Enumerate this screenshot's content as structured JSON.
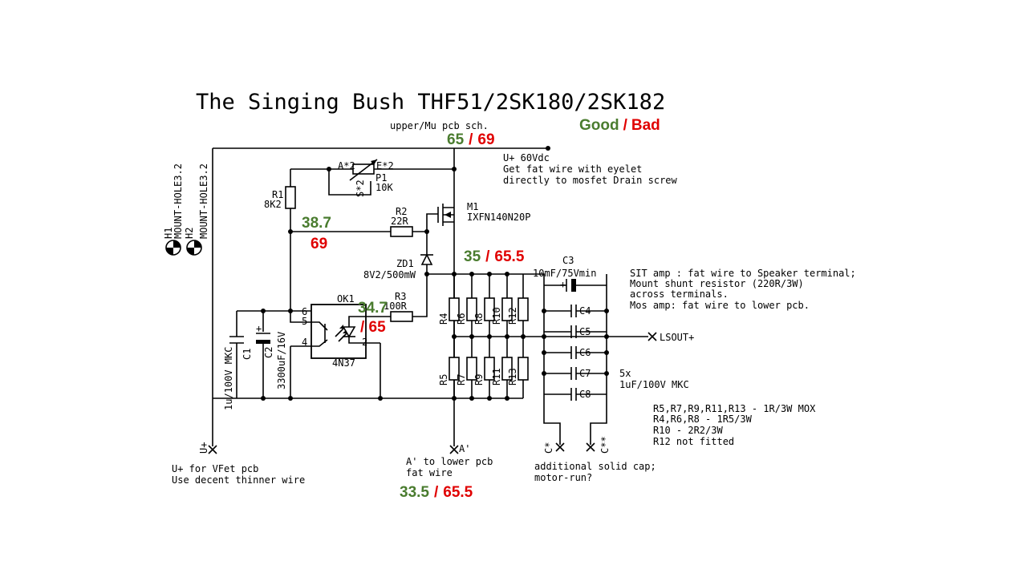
{
  "title": "The Singing Bush THF51/2SK180/2SK182",
  "subtitle": "upper/Mu pcb sch.",
  "legend": {
    "good": "Good",
    "sep": "/",
    "bad": "Bad"
  },
  "measurements": {
    "m1": {
      "good": "65",
      "sep": "/",
      "bad": "69"
    },
    "m2": {
      "good": "38.7",
      "bad": "69"
    },
    "m3": {
      "good": "35",
      "sep": "/",
      "bad": "65.5"
    },
    "m4": {
      "good": "34.7",
      "bad": "/ 65"
    },
    "m5": {
      "good": "33.5",
      "sep": "/",
      "bad": "65.5"
    }
  },
  "mount_holes": {
    "h1": "H1",
    "h1_label": "MOUNT-HOLE3.2",
    "h2": "H2",
    "h2_label": "MOUNT-HOLE3.2"
  },
  "components": {
    "r1": "R1",
    "r1_val": "8K2",
    "p1_a": "A*2",
    "p1_e": "E*2",
    "p1_s": "S*2",
    "p1": "P1",
    "p1_val": "10K",
    "r2": "R2",
    "r2_val": "22R",
    "m1": "M1",
    "m1_val": "IXFN140N20P",
    "zd1": "ZD1",
    "zd1_val": "8V2/500mW",
    "r3": "R3",
    "r3_val": "100R",
    "ok1": "OK1",
    "ok1_val": "4N37",
    "pin6": "6",
    "pin5": "5",
    "pin4": "4",
    "pin2": "2",
    "c1": "C1",
    "c1_val": "1u/100V MKC",
    "c2": "C2",
    "c2_val": "3300uF/16V",
    "c3": "C3",
    "c3_val": "10mF/75Vmin",
    "c4": "C4",
    "c5": "C5",
    "c6": "C6",
    "c7": "C7",
    "c8": "C8",
    "top_res": [
      "R4",
      "R6",
      "R8",
      "R10",
      "R12"
    ],
    "bot_res": [
      "R5",
      "R7",
      "R9",
      "R11",
      "R13"
    ]
  },
  "notes": {
    "uplus_1": "U+ 60Vdc",
    "uplus_2": "Get fat wire with eyelet",
    "uplus_3": "directly to mosfet Drain screw",
    "sit_1": "SIT amp : fat wire to Speaker terminal;",
    "sit_2": "Mount shunt resistor (220R/3W)",
    "sit_3": "across terminals.",
    "sit_4": "Mos amp: fat wire to lower pcb.",
    "caps_1": "5x",
    "caps_2": "1uF/100V MKC",
    "res_1": "R5,R7,R9,R11,R13 - 1R/3W MOX",
    "res_2": "R4,R6,R8 - 1R5/3W",
    "res_3": "R10 - 2R2/3W",
    "res_4": "R12 not fitted",
    "bl_1": "U+ for VFet pcb",
    "bl_2": "Use decent thinner wire",
    "bm_1": "A' to lower pcb",
    "bm_2": "fat wire",
    "br_1": "additional solid cap;",
    "br_2": "motor-run?"
  },
  "terminals": {
    "uplus": "U+",
    "aprime": "A'",
    "lsout": "LSOUT+",
    "cstar": "C*",
    "cstarstar": "C**"
  }
}
